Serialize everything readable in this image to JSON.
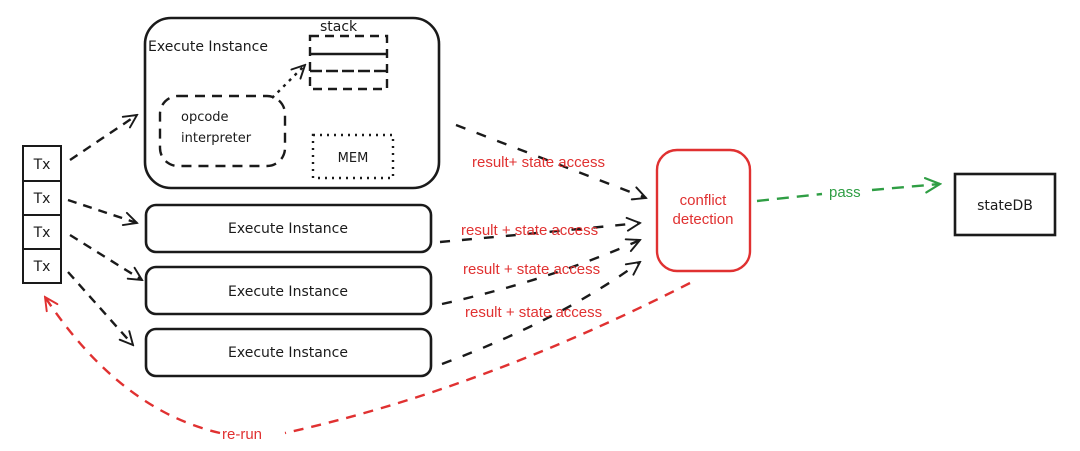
{
  "diagram": {
    "transactions": [
      "Tx",
      "Tx",
      "Tx",
      "Tx"
    ],
    "main_instance": {
      "title": "Execute Instance",
      "stack_label": "stack",
      "interpreter_label_line1": "opcode",
      "interpreter_label_line2": "interpreter",
      "mem_label": "MEM"
    },
    "instances": [
      "Execute Instance",
      "Execute Instance",
      "Execute Instance"
    ],
    "edge_labels": {
      "result_first": "result+ state access",
      "result_2": "result + state access",
      "result_3": "result + state access",
      "result_4": "result + state access",
      "pass": "pass",
      "rerun": "re-run"
    },
    "conflict_line1": "conflict",
    "conflict_line2": "detection",
    "statedb": "stateDB",
    "colors": {
      "ink": "#1a1a1a",
      "red": "#e03131",
      "green": "#2f9e44"
    }
  }
}
